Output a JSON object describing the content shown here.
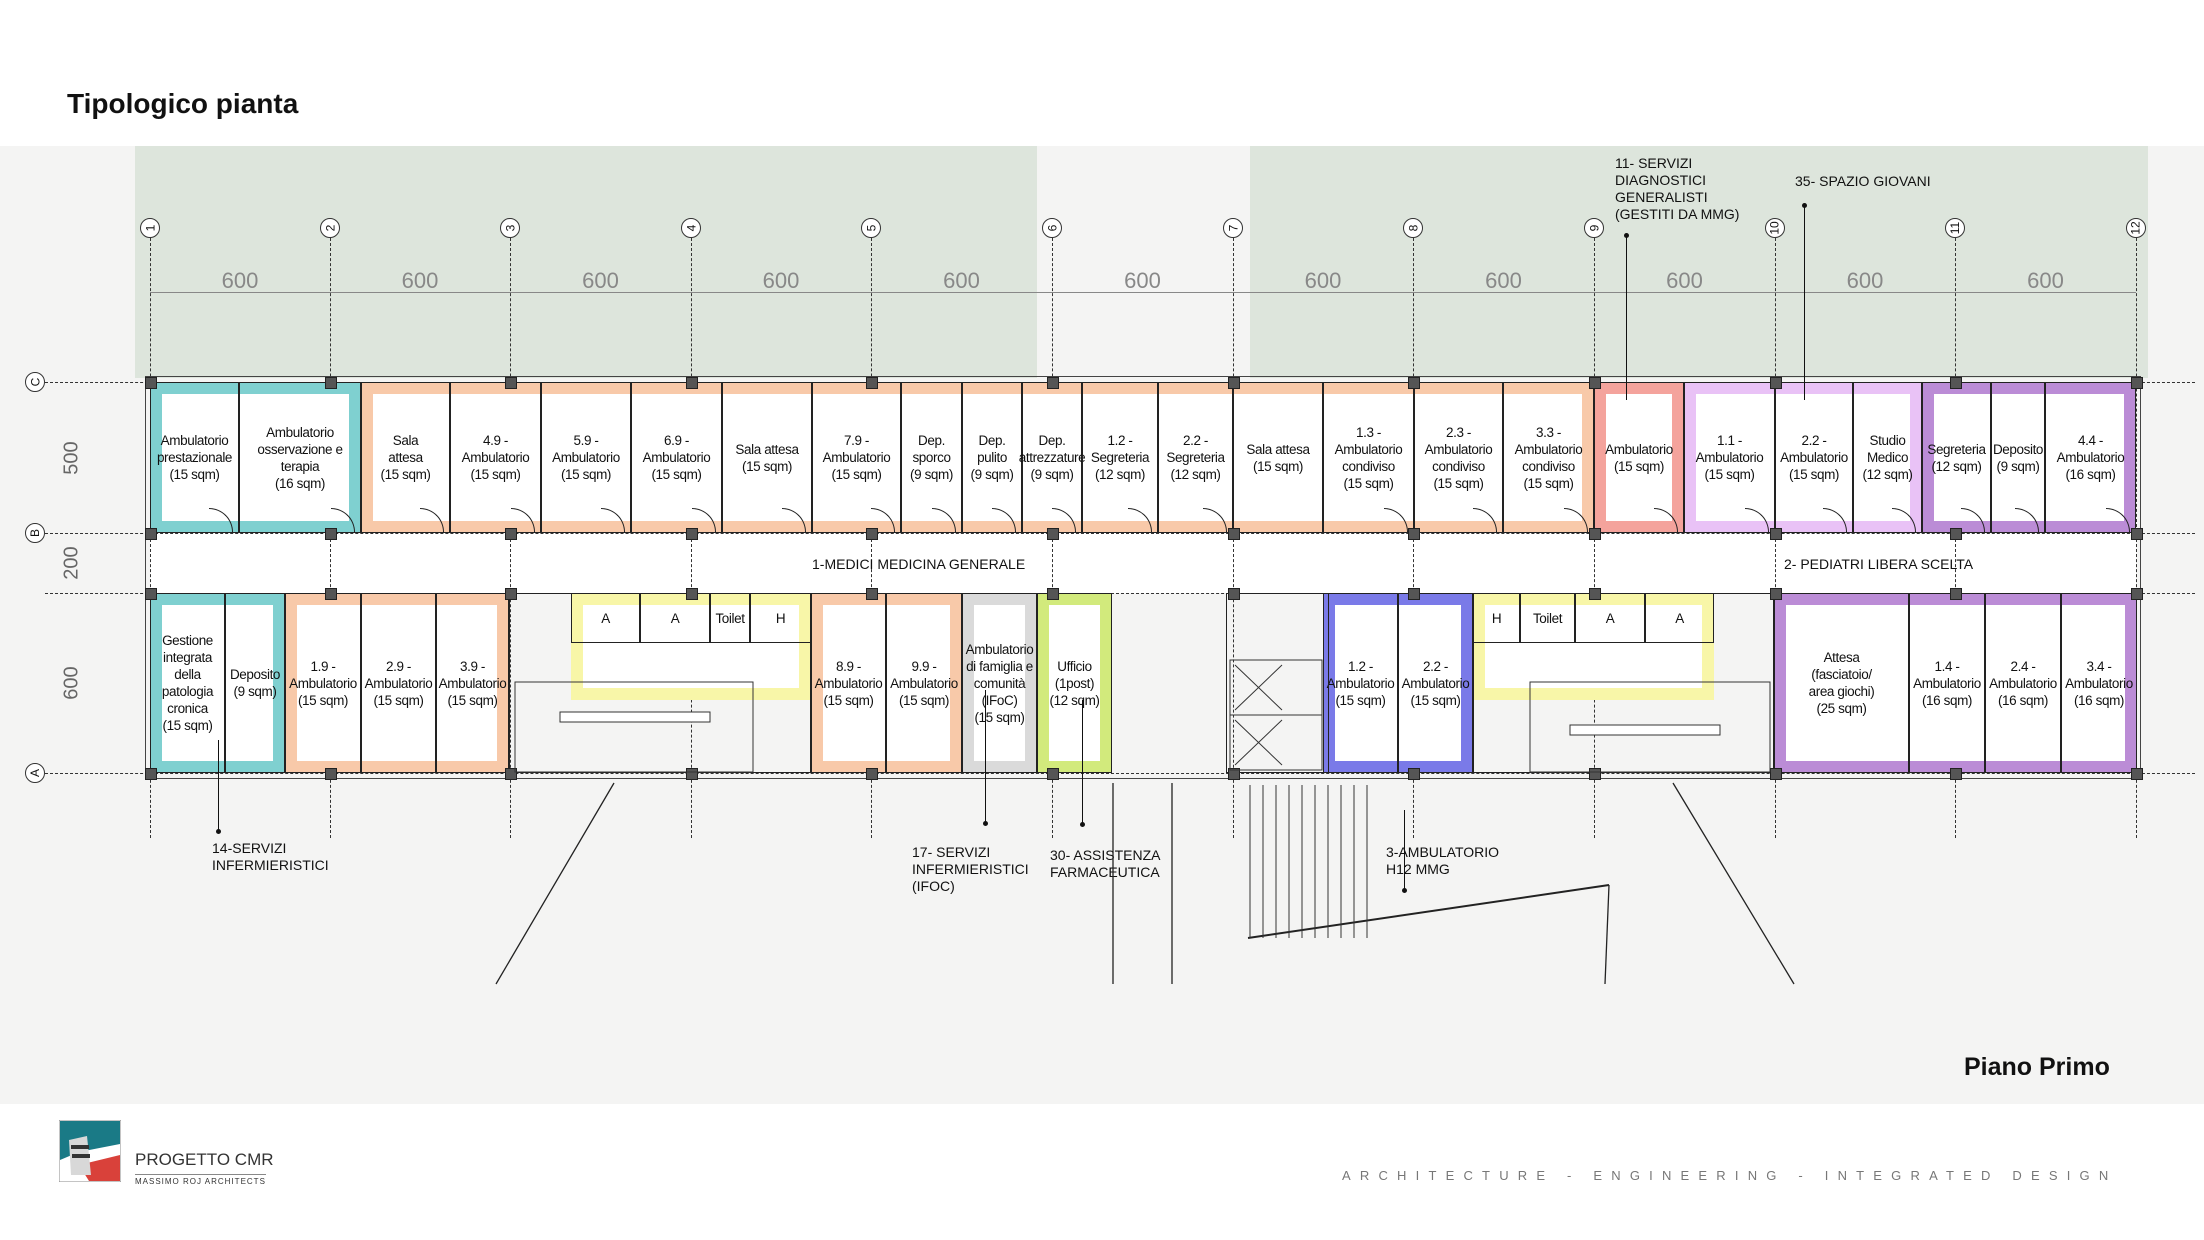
{
  "title": "Tipologico pianta",
  "floor_label": "Piano Primo",
  "footer": {
    "tagline": "ARCHITECTURE - ENGINEERING - INTEGRATED DESIGN",
    "brand": "PROGETTO CMR",
    "brand_sub": "MASSIMO ROJ ARCHITECTS"
  },
  "grid": {
    "columns": [
      "1",
      "2",
      "3",
      "4",
      "5",
      "6",
      "7",
      "8",
      "9",
      "10",
      "11",
      "12"
    ],
    "rows": [
      "C",
      "B",
      "A"
    ],
    "spans": [
      "600",
      "600",
      "600",
      "600",
      "600",
      "600",
      "600",
      "600",
      "600",
      "600",
      "600"
    ],
    "row_dims": [
      "500",
      "200",
      "600"
    ]
  },
  "corridor": {
    "left": "1-MEDICI MEDICINA GENERALE",
    "right": "2- PEDIATRI LIBERA SCELTA"
  },
  "colors": {
    "teal": "#7fd0d0",
    "orange": "#f8c9a9",
    "red": "#f4a39c",
    "lilac": "#e9c2f6",
    "purple": "#bb8cd6",
    "yellow": "#f8f6a8",
    "grey": "#dadada",
    "green": "#d2ea7c",
    "blue": "#7a7ae8"
  },
  "top_rooms": [
    "Ambulatorio\nprestazionale\n(15 sqm)",
    "Ambulatorio\nosservazione e\nterapia\n(16 sqm)",
    "Sala\nattesa\n(15 sqm)",
    "4.9 -\nAmbulatorio\n(15 sqm)",
    "5.9 -\nAmbulatorio\n(15 sqm)",
    "6.9 -\nAmbulatorio\n(15 sqm)",
    "Sala attesa\n(15 sqm)",
    "7.9 -\nAmbulatorio\n(15 sqm)",
    "Dep.\nsporco\n(9 sqm)",
    "Dep.\npulito\n(9 sqm)",
    "Dep.\nattrezzature\n(9 sqm)",
    "1.2 -\nSegreteria\n(12 sqm)",
    "2.2 -\nSegreteria\n(12 sqm)",
    "Sala attesa\n(15 sqm)",
    "1.3 -\nAmbulatorio\ncondiviso\n(15 sqm)",
    "2.3 -\nAmbulatorio\ncondiviso\n(15 sqm)",
    "3.3 -\nAmbulatorio\ncondiviso\n(15 sqm)",
    "Ambulatorio\n(15 sqm)",
    "1.1 -\nAmbulatorio\n(15 sqm)",
    "2.2 -\nAmbulatorio\n(15 sqm)",
    "Studio\nMedico\n(12 sqm)",
    "Segreteria\n(12 sqm)",
    "Deposito\n(9 sqm)",
    "4.4 -\nAmbulatorio\n(16 sqm)"
  ],
  "bottom_rooms": [
    "Gestione\nintegrata della\npatologia\ncronica\n(15 sqm)",
    "Deposito\n(9 sqm)",
    "1.9 -\nAmbulatorio\n(15 sqm)",
    "2.9 -\nAmbulatorio\n(15 sqm)",
    "3.9 -\nAmbulatorio\n(15 sqm)",
    "8.9 -\nAmbulatorio\n(15 sqm)",
    "9.9 -\nAmbulatorio\n(15 sqm)",
    "Ambulatorio\ndi famiglia e\ncomunità\n(IFoC)\n(15 sqm)",
    "Ufficio\n(1post)\n(12 sqm)",
    "1.2 -\nAmbulatorio\n(15 sqm)",
    "2.2 -\nAmbulatorio\n(15 sqm)",
    "Attesa\n(fasciatoio/\narea giochi)\n(25 sqm)",
    "1.4 -\nAmbulatorio\n(16 sqm)",
    "2.4 -\nAmbulatorio\n(16 sqm)",
    "3.4 -\nAmbulatorio\n(16 sqm)"
  ],
  "toilets": [
    "A",
    "A",
    "Toilet",
    "H",
    "H",
    "Toilet",
    "A",
    "A"
  ],
  "annotations": [
    "11- SERVIZI\nDIAGNOSTICI\nGENERALISTI\n(GESTITI DA MMG)",
    "35- SPAZIO GIOVANI",
    "14-SERVIZI\nINFERMIERISTICI",
    "17- SERVIZI\nINFERMIERISTICI\n(IFOC)",
    "30- ASSISTENZA\nFARMACEUTICA",
    "3-AMBULATORIO\nH12 MMG"
  ]
}
